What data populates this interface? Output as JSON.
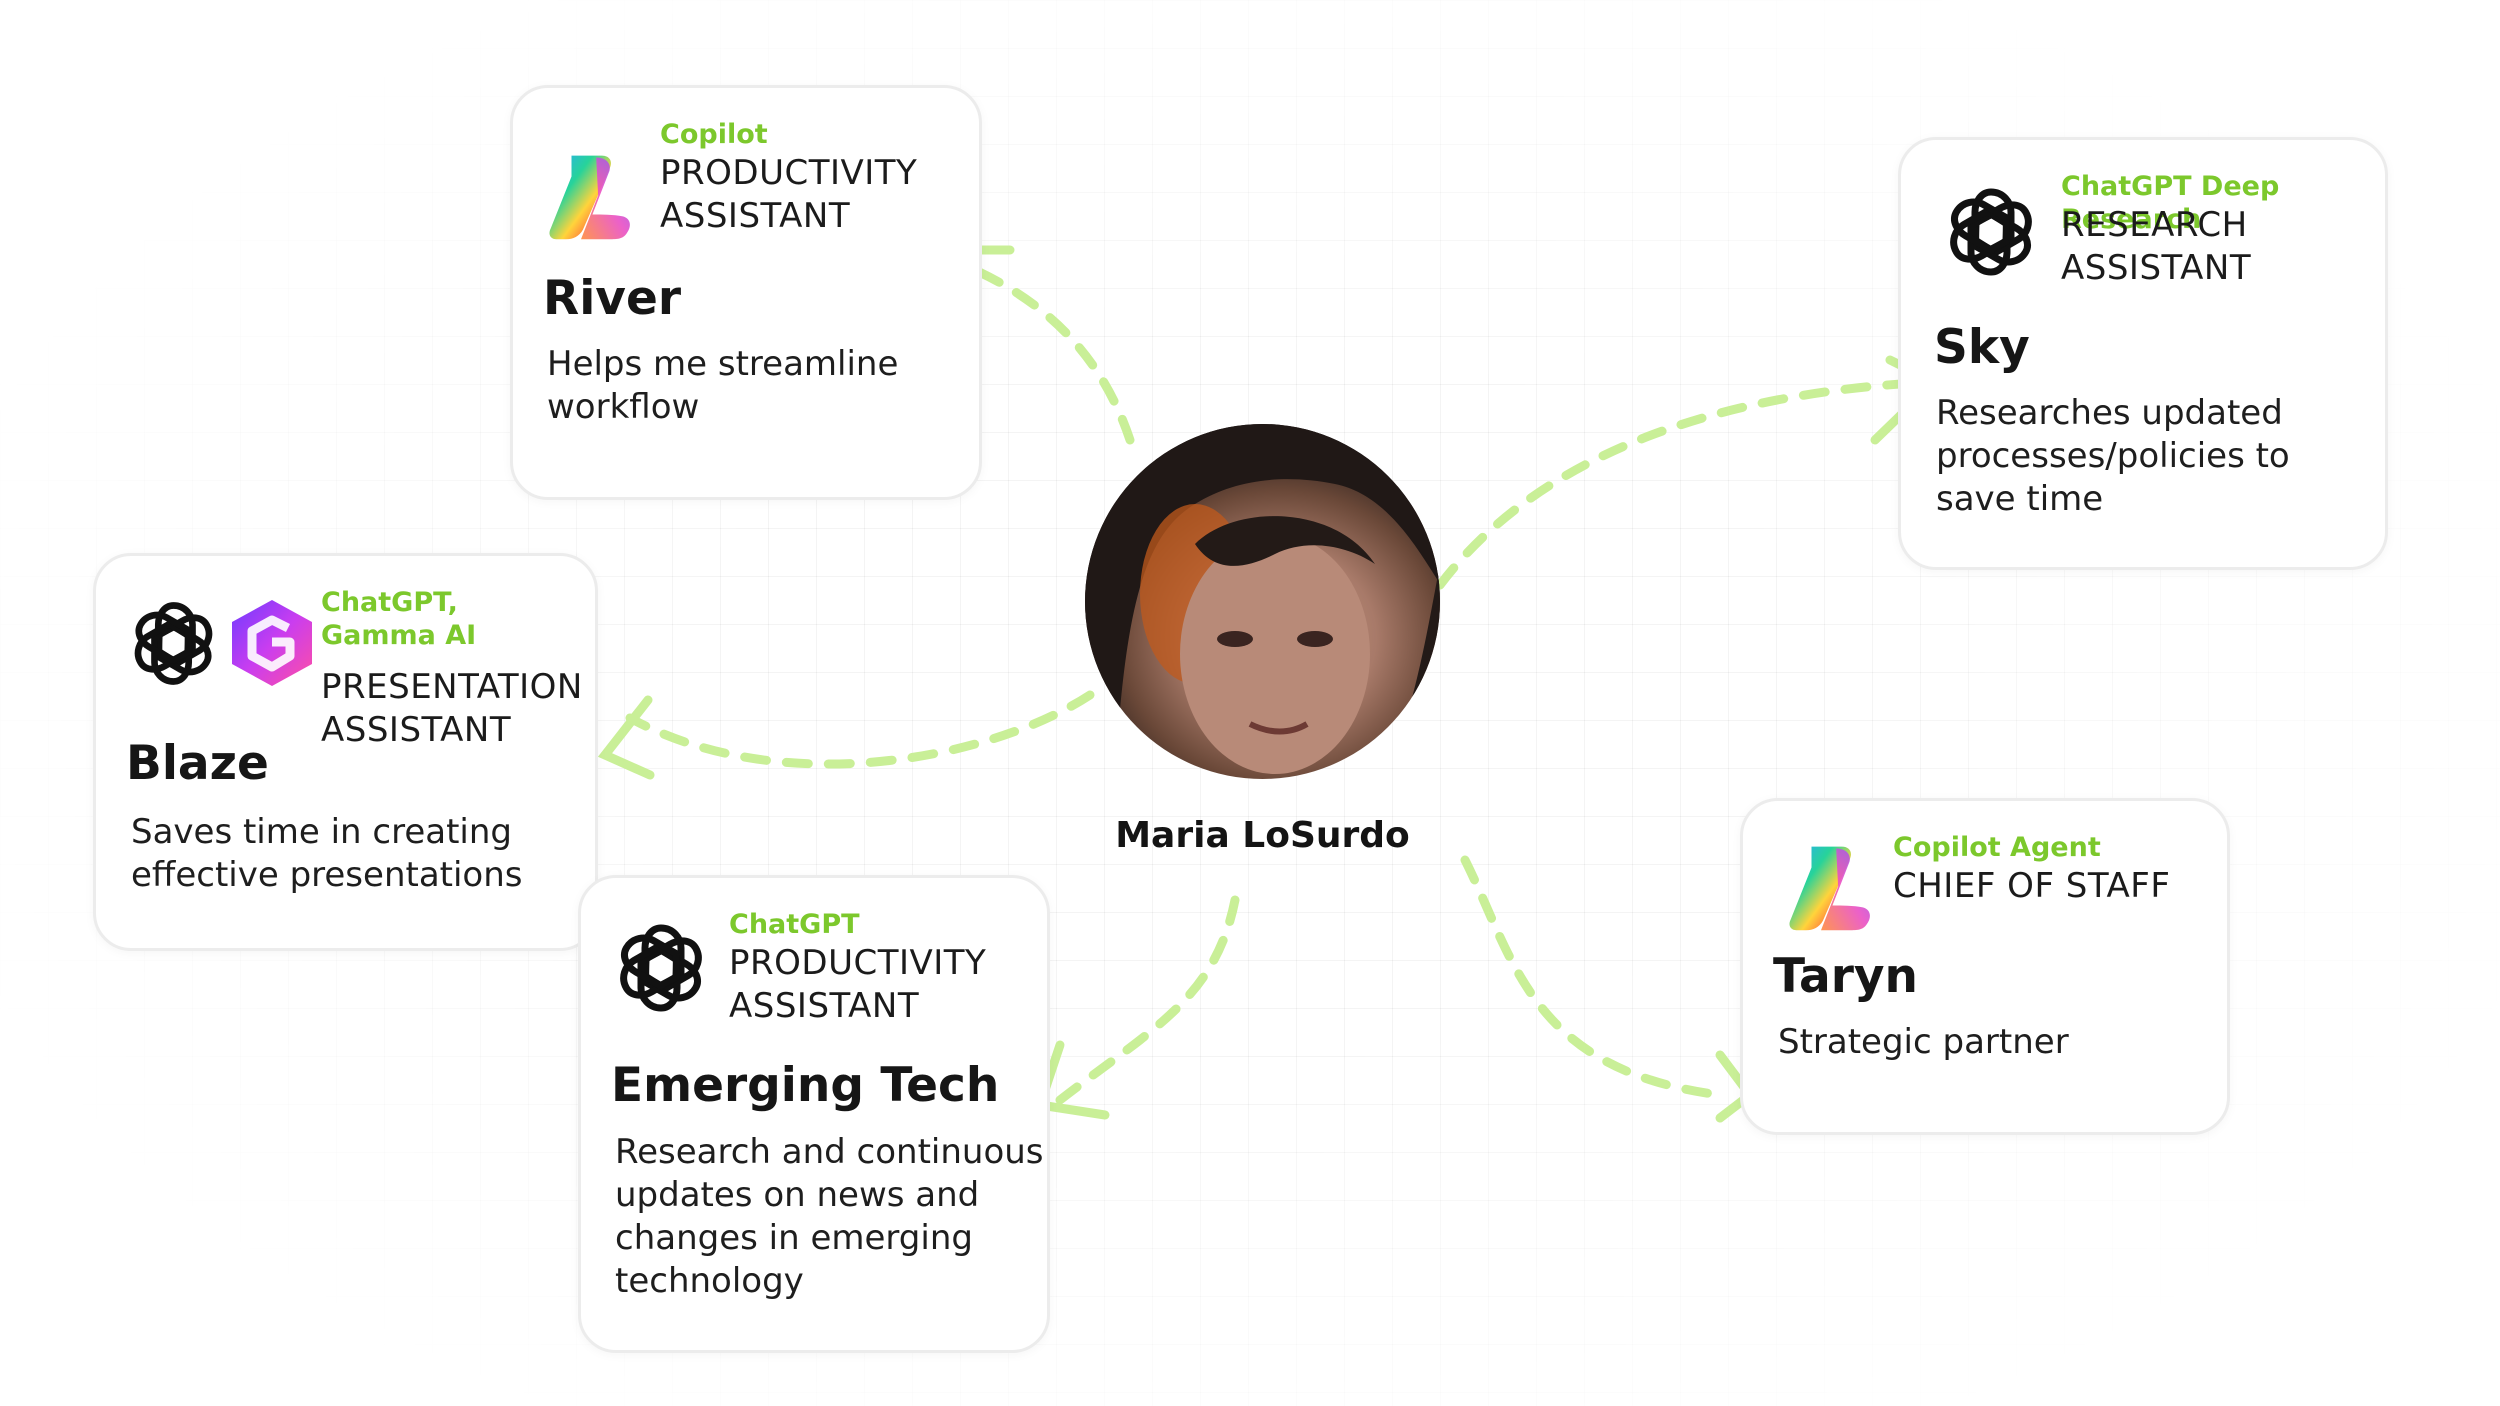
{
  "person": {
    "name": "Maria LoSurdo"
  },
  "colors": {
    "accent": "#7cc82c",
    "arrow": "#c9ef97",
    "border": "#ececec"
  },
  "cards": {
    "river": {
      "tool": "Copilot",
      "role": "PRODUCTIVITY\nASSISTANT",
      "name": "River",
      "description": "Helps me streamline\nworkflow",
      "icon": "copilot-icon"
    },
    "sky": {
      "tool": "ChatGPT Deep Research",
      "role": "RESEARCH\nASSISTANT",
      "name": "Sky",
      "description": "Researches updated\nprocesses/policies to\nsave time",
      "icon": "openai-icon"
    },
    "blaze": {
      "tool": "ChatGPT,\nGamma AI",
      "role": "PRESENTATION\nASSISTANT",
      "name": "Blaze",
      "description": "Saves time in creating\neffective presentations",
      "icons": [
        "openai-icon",
        "gamma-icon"
      ]
    },
    "emerging": {
      "tool": "ChatGPT",
      "role": "PRODUCTIVITY\nASSISTANT",
      "name": "Emerging Tech",
      "description": "Research and continuous\nupdates on news and\nchanges in emerging\ntechnology",
      "icon": "openai-icon"
    },
    "taryn": {
      "tool": "Copilot Agent",
      "role": "CHIEF OF STAFF",
      "name": "Taryn",
      "description": "Strategic partner",
      "icon": "copilot-icon"
    }
  }
}
